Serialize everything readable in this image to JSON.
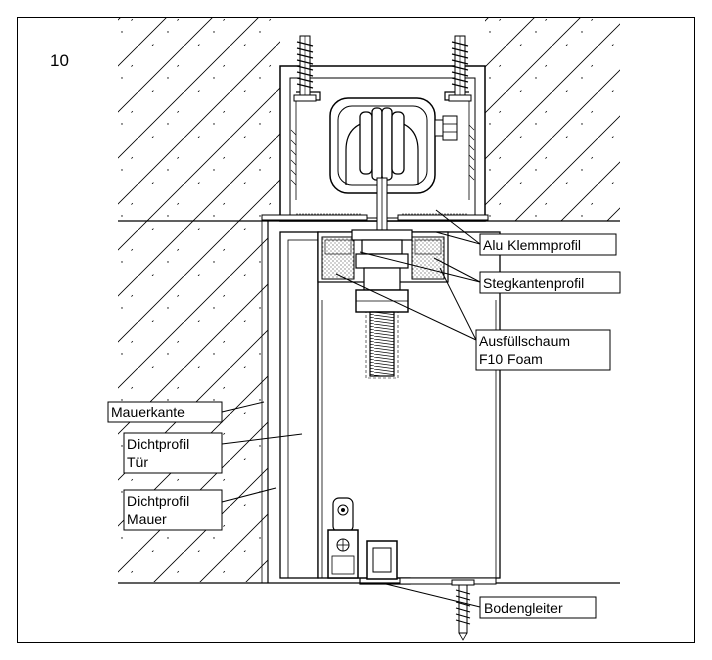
{
  "figure": {
    "number": "10",
    "labels": {
      "alu_klemmprofil": "Alu Klemmprofil",
      "stegkantenprofil": "Stegkantenprofil",
      "ausfuellschaum_1": "Ausfüllschaum",
      "ausfuellschaum_2": "F10 Foam",
      "mauerkante": "Mauerkante",
      "dichtprofil_tuer_1": "Dichtprofil",
      "dichtprofil_tuer_2": "Tür",
      "dichtprofil_mauer_1": "Dichtprofil",
      "dichtprofil_mauer_2": "Mauer",
      "bodengleiter": "Bodengleiter"
    }
  }
}
